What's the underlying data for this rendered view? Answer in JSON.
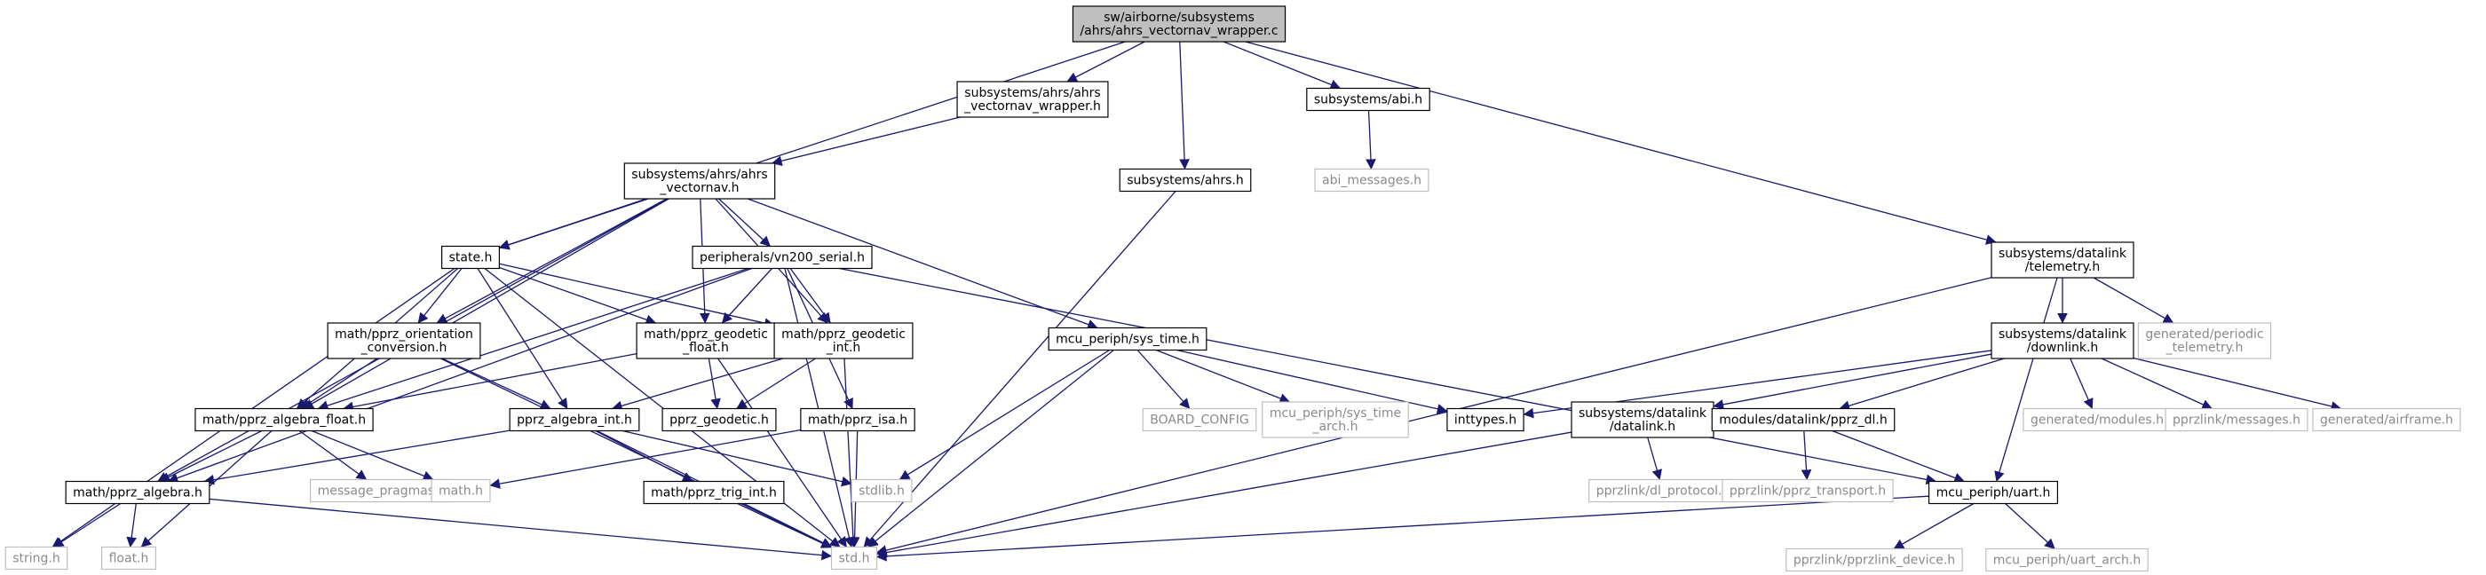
{
  "graph": {
    "colors": {
      "edge": "#191970",
      "root_fill": "#bfbfbf",
      "border": "#000000",
      "external_border": "#bfbfbf",
      "external_text": "#8a8a8a"
    },
    "nodes": [
      {
        "id": "root",
        "lines": [
          "sw/airborne/subsystems",
          "/ahrs/ahrs_vectornav_wrapper.c"
        ],
        "kind": "root"
      },
      {
        "id": "wrapper_h",
        "lines": [
          "subsystems/ahrs/ahrs",
          "_vectornav_wrapper.h"
        ],
        "kind": "normal"
      },
      {
        "id": "abi_h",
        "lines": [
          "subsystems/abi.h"
        ],
        "kind": "normal"
      },
      {
        "id": "abi_messages_h",
        "lines": [
          "abi_messages.h"
        ],
        "kind": "external"
      },
      {
        "id": "vectornav_h",
        "lines": [
          "subsystems/ahrs/ahrs",
          "_vectornav.h"
        ],
        "kind": "normal"
      },
      {
        "id": "ahrs_h",
        "lines": [
          "subsystems/ahrs.h"
        ],
        "kind": "normal"
      },
      {
        "id": "state_h",
        "lines": [
          "state.h"
        ],
        "kind": "normal"
      },
      {
        "id": "vn200_h",
        "lines": [
          "peripherals/vn200_serial.h"
        ],
        "kind": "normal"
      },
      {
        "id": "telemetry_h",
        "lines": [
          "subsystems/datalink",
          "/telemetry.h"
        ],
        "kind": "normal"
      },
      {
        "id": "orient_h",
        "lines": [
          "math/pprz_orientation",
          "_conversion.h"
        ],
        "kind": "normal"
      },
      {
        "id": "geod_float_h",
        "lines": [
          "math/pprz_geodetic",
          "_float.h"
        ],
        "kind": "normal"
      },
      {
        "id": "geod_int_h",
        "lines": [
          "math/pprz_geodetic",
          "_int.h"
        ],
        "kind": "normal"
      },
      {
        "id": "systime_h",
        "lines": [
          "mcu_periph/sys_time.h"
        ],
        "kind": "normal"
      },
      {
        "id": "downlink_h",
        "lines": [
          "subsystems/datalink",
          "/downlink.h"
        ],
        "kind": "normal"
      },
      {
        "id": "periodic_h",
        "lines": [
          "generated/periodic",
          "_telemetry.h"
        ],
        "kind": "external"
      },
      {
        "id": "alg_float_h",
        "lines": [
          "math/pprz_algebra_float.h"
        ],
        "kind": "normal"
      },
      {
        "id": "alg_int_h",
        "lines": [
          "pprz_algebra_int.h"
        ],
        "kind": "normal"
      },
      {
        "id": "pprz_geodetic_h",
        "lines": [
          "pprz_geodetic.h"
        ],
        "kind": "normal"
      },
      {
        "id": "isa_h",
        "lines": [
          "math/pprz_isa.h"
        ],
        "kind": "normal"
      },
      {
        "id": "board_config",
        "lines": [
          "BOARD_CONFIG"
        ],
        "kind": "external"
      },
      {
        "id": "systime_arch_h",
        "lines": [
          "mcu_periph/sys_time",
          "_arch.h"
        ],
        "kind": "external"
      },
      {
        "id": "inttypes_h",
        "lines": [
          "inttypes.h"
        ],
        "kind": "normal"
      },
      {
        "id": "dl_datalink_h",
        "lines": [
          "subsystems/datalink",
          "/datalink.h"
        ],
        "kind": "normal"
      },
      {
        "id": "pprz_dl_h",
        "lines": [
          "modules/datalink/pprz_dl.h"
        ],
        "kind": "normal"
      },
      {
        "id": "gen_modules_h",
        "lines": [
          "generated/modules.h"
        ],
        "kind": "external"
      },
      {
        "id": "pprzlink_msgs_h",
        "lines": [
          "pprzlink/messages.h"
        ],
        "kind": "external"
      },
      {
        "id": "gen_airframe_h",
        "lines": [
          "generated/airframe.h"
        ],
        "kind": "external"
      },
      {
        "id": "msg_pragmas_h",
        "lines": [
          "message_pragmas.h"
        ],
        "kind": "external"
      },
      {
        "id": "math_h",
        "lines": [
          "math.h"
        ],
        "kind": "external"
      },
      {
        "id": "stdlib_h",
        "lines": [
          "stdlib.h"
        ],
        "kind": "external"
      },
      {
        "id": "alg_h",
        "lines": [
          "math/pprz_algebra.h"
        ],
        "kind": "normal"
      },
      {
        "id": "trig_int_h",
        "lines": [
          "math/pprz_trig_int.h"
        ],
        "kind": "normal"
      },
      {
        "id": "dl_protocol_h",
        "lines": [
          "pprzlink/dl_protocol.h"
        ],
        "kind": "external"
      },
      {
        "id": "pprz_transport_h",
        "lines": [
          "pprzlink/pprz_transport.h"
        ],
        "kind": "external"
      },
      {
        "id": "uart_h",
        "lines": [
          "mcu_periph/uart.h"
        ],
        "kind": "normal"
      },
      {
        "id": "string_h",
        "lines": [
          "string.h"
        ],
        "kind": "external"
      },
      {
        "id": "float_h",
        "lines": [
          "float.h"
        ],
        "kind": "external"
      },
      {
        "id": "std_h",
        "lines": [
          "std.h"
        ],
        "kind": "external"
      },
      {
        "id": "pprzlink_device_h",
        "lines": [
          "pprzlink/pprzlink_device.h"
        ],
        "kind": "external"
      },
      {
        "id": "uart_arch_h",
        "lines": [
          "mcu_periph/uart_arch.h"
        ],
        "kind": "external"
      }
    ],
    "edges": [
      [
        "root",
        "wrapper_h"
      ],
      [
        "root",
        "abi_h"
      ],
      [
        "root",
        "ahrs_h"
      ],
      [
        "root",
        "state_h"
      ],
      [
        "root",
        "telemetry_h"
      ],
      [
        "abi_h",
        "abi_messages_h"
      ],
      [
        "wrapper_h",
        "vectornav_h"
      ],
      [
        "vectornav_h",
        "state_h"
      ],
      [
        "vectornav_h",
        "vn200_h"
      ],
      [
        "vectornav_h",
        "orient_h"
      ],
      [
        "vectornav_h",
        "geod_float_h"
      ],
      [
        "vectornav_h",
        "geod_int_h"
      ],
      [
        "vectornav_h",
        "systime_h"
      ],
      [
        "vectornav_h",
        "alg_float_h"
      ],
      [
        "vectornav_h",
        "alg_h"
      ],
      [
        "ahrs_h",
        "std_h"
      ],
      [
        "state_h",
        "orient_h"
      ],
      [
        "state_h",
        "geod_float_h"
      ],
      [
        "state_h",
        "geod_int_h"
      ],
      [
        "state_h",
        "alg_float_h"
      ],
      [
        "state_h",
        "alg_int_h"
      ],
      [
        "state_h",
        "std_h"
      ],
      [
        "state_h",
        "string_h"
      ],
      [
        "vn200_h",
        "geod_float_h"
      ],
      [
        "vn200_h",
        "geod_int_h"
      ],
      [
        "vn200_h",
        "alg_float_h"
      ],
      [
        "vn200_h",
        "isa_h"
      ],
      [
        "vn200_h",
        "uart_h"
      ],
      [
        "vn200_h",
        "std_h"
      ],
      [
        "vn200_h",
        "alg_h"
      ],
      [
        "telemetry_h",
        "downlink_h"
      ],
      [
        "telemetry_h",
        "periodic_h"
      ],
      [
        "telemetry_h",
        "std_h"
      ],
      [
        "telemetry_h",
        "uart_h"
      ],
      [
        "orient_h",
        "alg_float_h"
      ],
      [
        "orient_h",
        "alg_int_h"
      ],
      [
        "orient_h",
        "std_h"
      ],
      [
        "geod_float_h",
        "alg_float_h"
      ],
      [
        "geod_float_h",
        "pprz_geodetic_h"
      ],
      [
        "geod_float_h",
        "std_h"
      ],
      [
        "geod_int_h",
        "alg_int_h"
      ],
      [
        "geod_int_h",
        "pprz_geodetic_h"
      ],
      [
        "geod_int_h",
        "std_h"
      ],
      [
        "systime_h",
        "board_config"
      ],
      [
        "systime_h",
        "systime_arch_h"
      ],
      [
        "systime_h",
        "inttypes_h"
      ],
      [
        "systime_h",
        "stdlib_h"
      ],
      [
        "systime_h",
        "std_h"
      ],
      [
        "downlink_h",
        "inttypes_h"
      ],
      [
        "downlink_h",
        "dl_datalink_h"
      ],
      [
        "downlink_h",
        "pprz_dl_h"
      ],
      [
        "downlink_h",
        "gen_modules_h"
      ],
      [
        "downlink_h",
        "pprzlink_msgs_h"
      ],
      [
        "downlink_h",
        "gen_airframe_h"
      ],
      [
        "alg_float_h",
        "alg_h"
      ],
      [
        "alg_float_h",
        "msg_pragmas_h"
      ],
      [
        "alg_float_h",
        "math_h"
      ],
      [
        "alg_float_h",
        "float_h"
      ],
      [
        "alg_int_h",
        "alg_h"
      ],
      [
        "alg_int_h",
        "trig_int_h"
      ],
      [
        "alg_int_h",
        "stdlib_h"
      ],
      [
        "alg_int_h",
        "std_h"
      ],
      [
        "isa_h",
        "math_h"
      ],
      [
        "isa_h",
        "std_h"
      ],
      [
        "alg_h",
        "string_h"
      ],
      [
        "alg_h",
        "float_h"
      ],
      [
        "alg_h",
        "std_h"
      ],
      [
        "trig_int_h",
        "std_h"
      ],
      [
        "dl_datalink_h",
        "dl_protocol_h"
      ],
      [
        "dl_datalink_h",
        "std_h"
      ],
      [
        "pprz_dl_h",
        "pprz_transport_h"
      ],
      [
        "pprz_dl_h",
        "uart_h"
      ],
      [
        "uart_h",
        "std_h"
      ],
      [
        "uart_h",
        "pprzlink_device_h"
      ],
      [
        "uart_h",
        "uart_arch_h"
      ]
    ]
  }
}
